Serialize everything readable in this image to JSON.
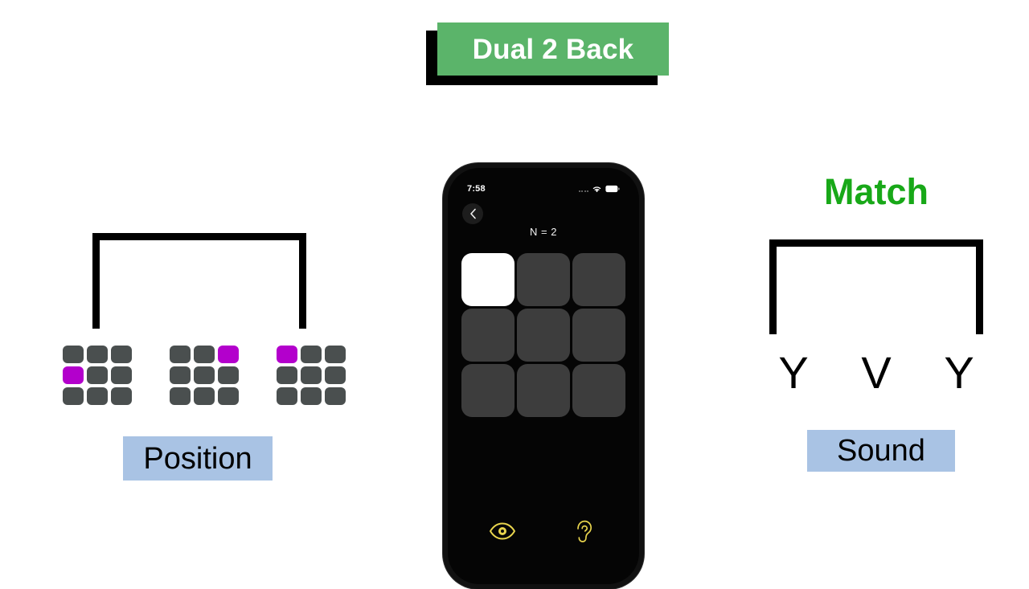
{
  "title": {
    "text": "Dual 2 Back",
    "plate_color": "#5bb46a",
    "shadow_color": "#000000",
    "text_color": "#ffffff"
  },
  "left_panel": {
    "caption": "Position",
    "caption_bg": "#a9c3e4",
    "bracket_color": "#000000",
    "cell_off_color": "#4a4f4f",
    "cell_on_color": "#b300cc",
    "grids": [
      {
        "name": "position-grid-1",
        "cells": [
          false,
          false,
          false,
          true,
          false,
          false,
          false,
          false,
          false
        ],
        "highlight_index": 3
      },
      {
        "name": "position-grid-2",
        "cells": [
          false,
          false,
          true,
          false,
          false,
          false,
          false,
          false,
          false
        ],
        "highlight_index": 2
      },
      {
        "name": "position-grid-3",
        "cells": [
          true,
          false,
          false,
          false,
          false,
          false,
          false,
          false,
          false
        ],
        "highlight_index": 0
      }
    ]
  },
  "right_panel": {
    "heading": "Match",
    "heading_color": "#18a818",
    "caption": "Sound",
    "caption_bg": "#a9c3e4",
    "bracket_color": "#000000",
    "letters": [
      "Y",
      "V",
      "Y"
    ]
  },
  "phone": {
    "status_bar": {
      "time": "7:58",
      "signal_icon": "signal-dots-icon",
      "wifi_icon": "wifi-icon",
      "battery_icon": "battery-icon"
    },
    "back_button_icon": "chevron-left-icon",
    "n_label": "N = 2",
    "grid": {
      "cells": [
        true,
        false,
        false,
        false,
        false,
        false,
        false,
        false,
        false
      ],
      "active_index": 0,
      "cell_color": "#3d3d3d",
      "active_color": "#ffffff"
    },
    "mode_icons": [
      {
        "name": "eye-icon",
        "color": "#e8d44d"
      },
      {
        "name": "ear-icon",
        "color": "#e8d44d"
      }
    ],
    "frame_color": "#111111",
    "screen_color": "#050505"
  }
}
